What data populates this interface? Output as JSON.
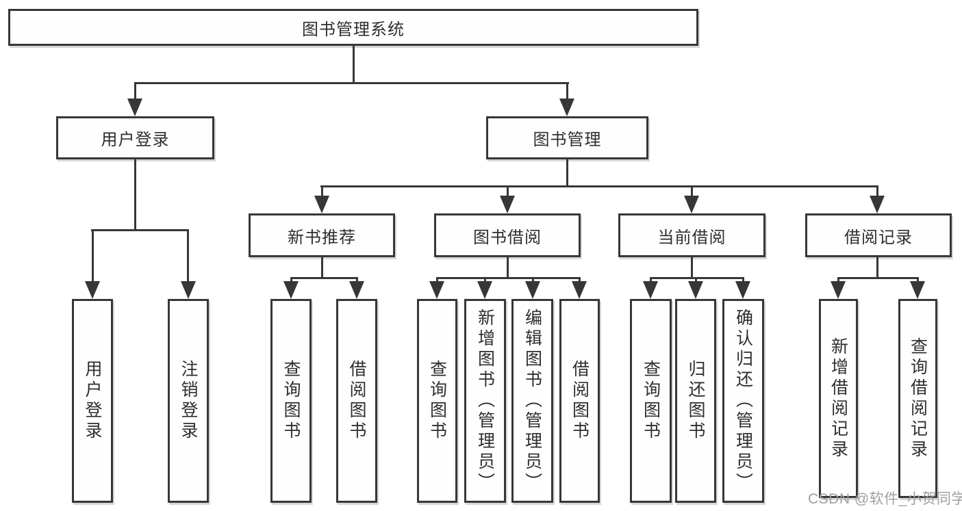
{
  "diagram_title": "图书管理系统",
  "tree": {
    "label": "图书管理系统",
    "children": [
      {
        "label": "用户登录",
        "children": [
          {
            "label": "用户登录"
          },
          {
            "label": "注销登录"
          }
        ]
      },
      {
        "label": "图书管理",
        "children": [
          {
            "label": "新书推荐",
            "children": [
              {
                "label": "查询图书"
              },
              {
                "label": "借阅图书"
              }
            ]
          },
          {
            "label": "图书借阅",
            "children": [
              {
                "label": "查询图书"
              },
              {
                "label": "新增图书（管理员）"
              },
              {
                "label": "编辑图书（管理员）"
              },
              {
                "label": "借阅图书"
              }
            ]
          },
          {
            "label": "当前借阅",
            "children": [
              {
                "label": "查询图书"
              },
              {
                "label": "归还图书"
              },
              {
                "label": "确认归还（管理员）"
              }
            ]
          },
          {
            "label": "借阅记录",
            "children": [
              {
                "label": "新增借阅记录"
              },
              {
                "label": "查询借阅记录"
              }
            ]
          }
        ]
      }
    ]
  },
  "watermark": {
    "text": "CSDN @软件_小贺同学"
  },
  "colors": {
    "line": "#373737",
    "text": "#2e2e2e",
    "watermark": "#9f9f9f",
    "background": "#ffffff"
  }
}
